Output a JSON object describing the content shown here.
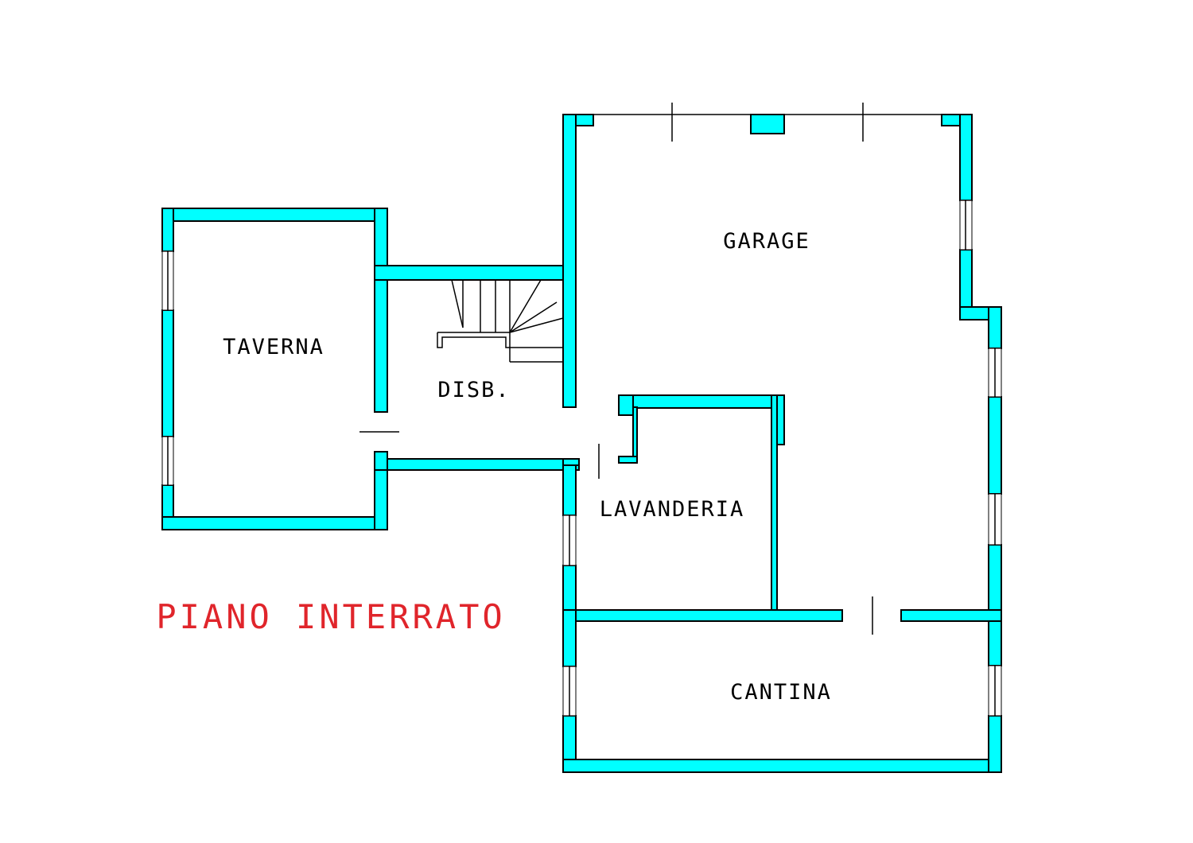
{
  "colors": {
    "wall_fill": "#00ffff",
    "outline": "#000000",
    "title": "#e0252b"
  },
  "title": "PIANO INTERRATO",
  "rooms": {
    "garage": "GARAGE",
    "taverna": "TAVERNA",
    "disb": "DISB.",
    "lavanderia": "LAVANDERIA",
    "cantina": "CANTINA"
  }
}
